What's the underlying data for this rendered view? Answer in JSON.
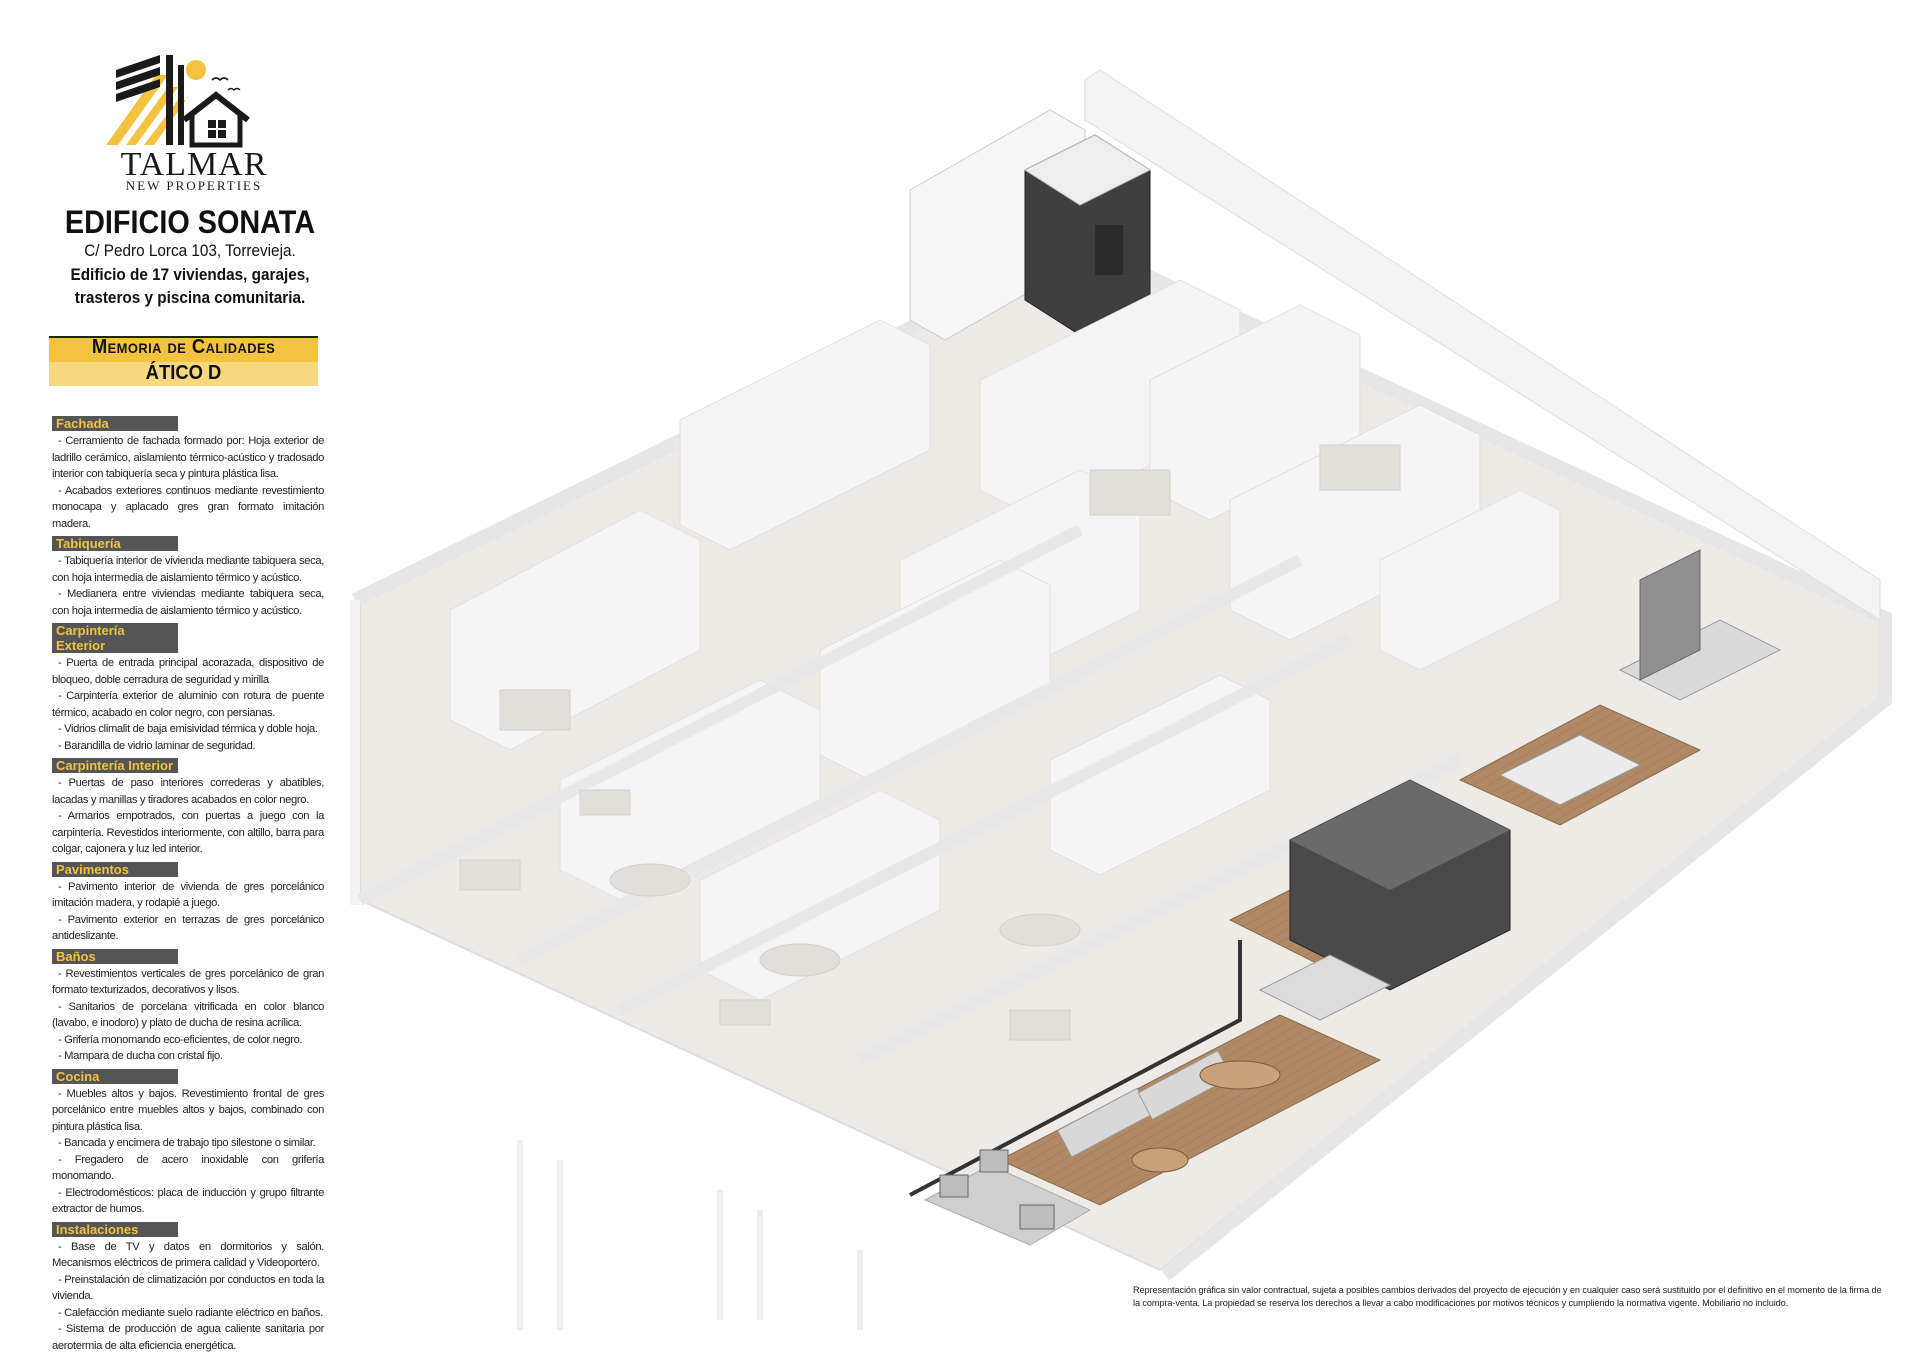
{
  "brand": {
    "name": "TALMAR",
    "subtitle": "NEW PROPERTIES",
    "colors": {
      "accent": "#f3c340",
      "dark": "#1a1a1a"
    }
  },
  "building": {
    "name": "EDIFICIO SONATA",
    "address": "C/ Pedro Lorca 103, Torrevieja.",
    "description_line1": "Edificio de 17 viviendas, garajes,",
    "description_line2": "trasteros y piscina comunitaria."
  },
  "memoria": {
    "title": "Memoria de Calidades",
    "unit": "ÁTICO D"
  },
  "sections": [
    {
      "title": "Fachada",
      "items": [
        "- Cerramiento de fachada formado por: Hoja exterior de ladrillo cerámico, aislamiento térmico-acústico y tradosado interior con tabiquería seca y pintura plástica lisa.",
        "- Acabados exteriores continuos mediante revestimiento monocapa y aplacado gres gran formato imitación madera."
      ]
    },
    {
      "title": "Tabiquería",
      "items": [
        "- Tabiquería interior de vivienda mediante tabiquera seca, con hoja intermedia de aislamiento térmico y acústico.",
        "- Medianera entre viviendas mediante tabiquera seca, con hoja intermedia de aislamiento térmico y acústico."
      ]
    },
    {
      "title": "Carpintería Exterior",
      "items": [
        "- Puerta de entrada principal acorazada, dispositivo de bloqueo, doble cerradura de seguridad y mirilla",
        "- Carpintería exterior de aluminio con rotura de puente térmico, acabado en color negro, con persianas.",
        "- Vidrios climalit de baja emisividad térmica y doble hoja.",
        "- Barandilla de vidrio laminar de seguridad."
      ]
    },
    {
      "title": "Carpintería Interior",
      "items": [
        "- Puertas de paso interiores correderas y abatibles, lacadas y manillas y tiradores acabados en color negro.",
        "- Armarios empotrados, con puertas a juego con la carpintería. Revestidos interiormente, con altillo, barra para colgar, cajonera y luz led interior."
      ]
    },
    {
      "title": "Pavimentos",
      "items": [
        "- Pavimento interior de vivienda de gres porcelánico imitación madera, y rodapié a juego.",
        "- Pavimento exterior en terrazas de gres porcelánico antideslizante."
      ]
    },
    {
      "title": "Baños",
      "items": [
        "- Revestimientos verticales de gres porcelánico de gran formato texturizados, decorativos y lisos.",
        "- Sanitarios de porcelana vitrificada en color blanco (lavabo, e inodoro) y plato de ducha de resina acrílica.",
        "- Grifería monomando eco-eficientes, de color negro.",
        "- Mampara de ducha con cristal fijo."
      ]
    },
    {
      "title": "Cocina",
      "items": [
        "- Muebles altos y bajos. Revestimiento frontal de gres porcelánico entre muebles altos y bajos, combinado con pintura plástica lisa.",
        "- Bancada y encimera de trabajo tipo silestone o similar.",
        "- Fregadero de acero inoxidable con grifería monomando.",
        "- Electrodomésticos: placa de inducción y grupo filtrante extractor de humos."
      ]
    },
    {
      "title": "Instalaciones",
      "items": [
        "- Base de TV y datos en dormitorios y salón. Mecanismos eléctricos de primera calidad y Videoportero.",
        "- Preinstalación de climatización por conductos en toda la vivienda.",
        "- Calefacción mediante suelo radiante eléctrico en baños.",
        "- Sistema de producción de agua caliente sanitaria por aerotermia de alta eficiencia energética."
      ]
    }
  ],
  "disclaimer": "Representación gráfica sin valor contractual, sujeta a posibles cambios derivados del proyecto de ejecución y en cualquier caso será sustituido por el definitivo en el momento de la firma de la compra-venta. La propiedad se reserva los derechos a llevar a cabo modificaciones por motivos técnicos y cumpliendo la normativa vigente. Mobiliario no incluido.",
  "illustration": {
    "colors": {
      "wall": "#f4f4f4",
      "floor_faded": "#ebe8e4",
      "wood": "#b08a66",
      "dark": "#4a4a4a",
      "terrace": "#cfcfcf"
    }
  }
}
